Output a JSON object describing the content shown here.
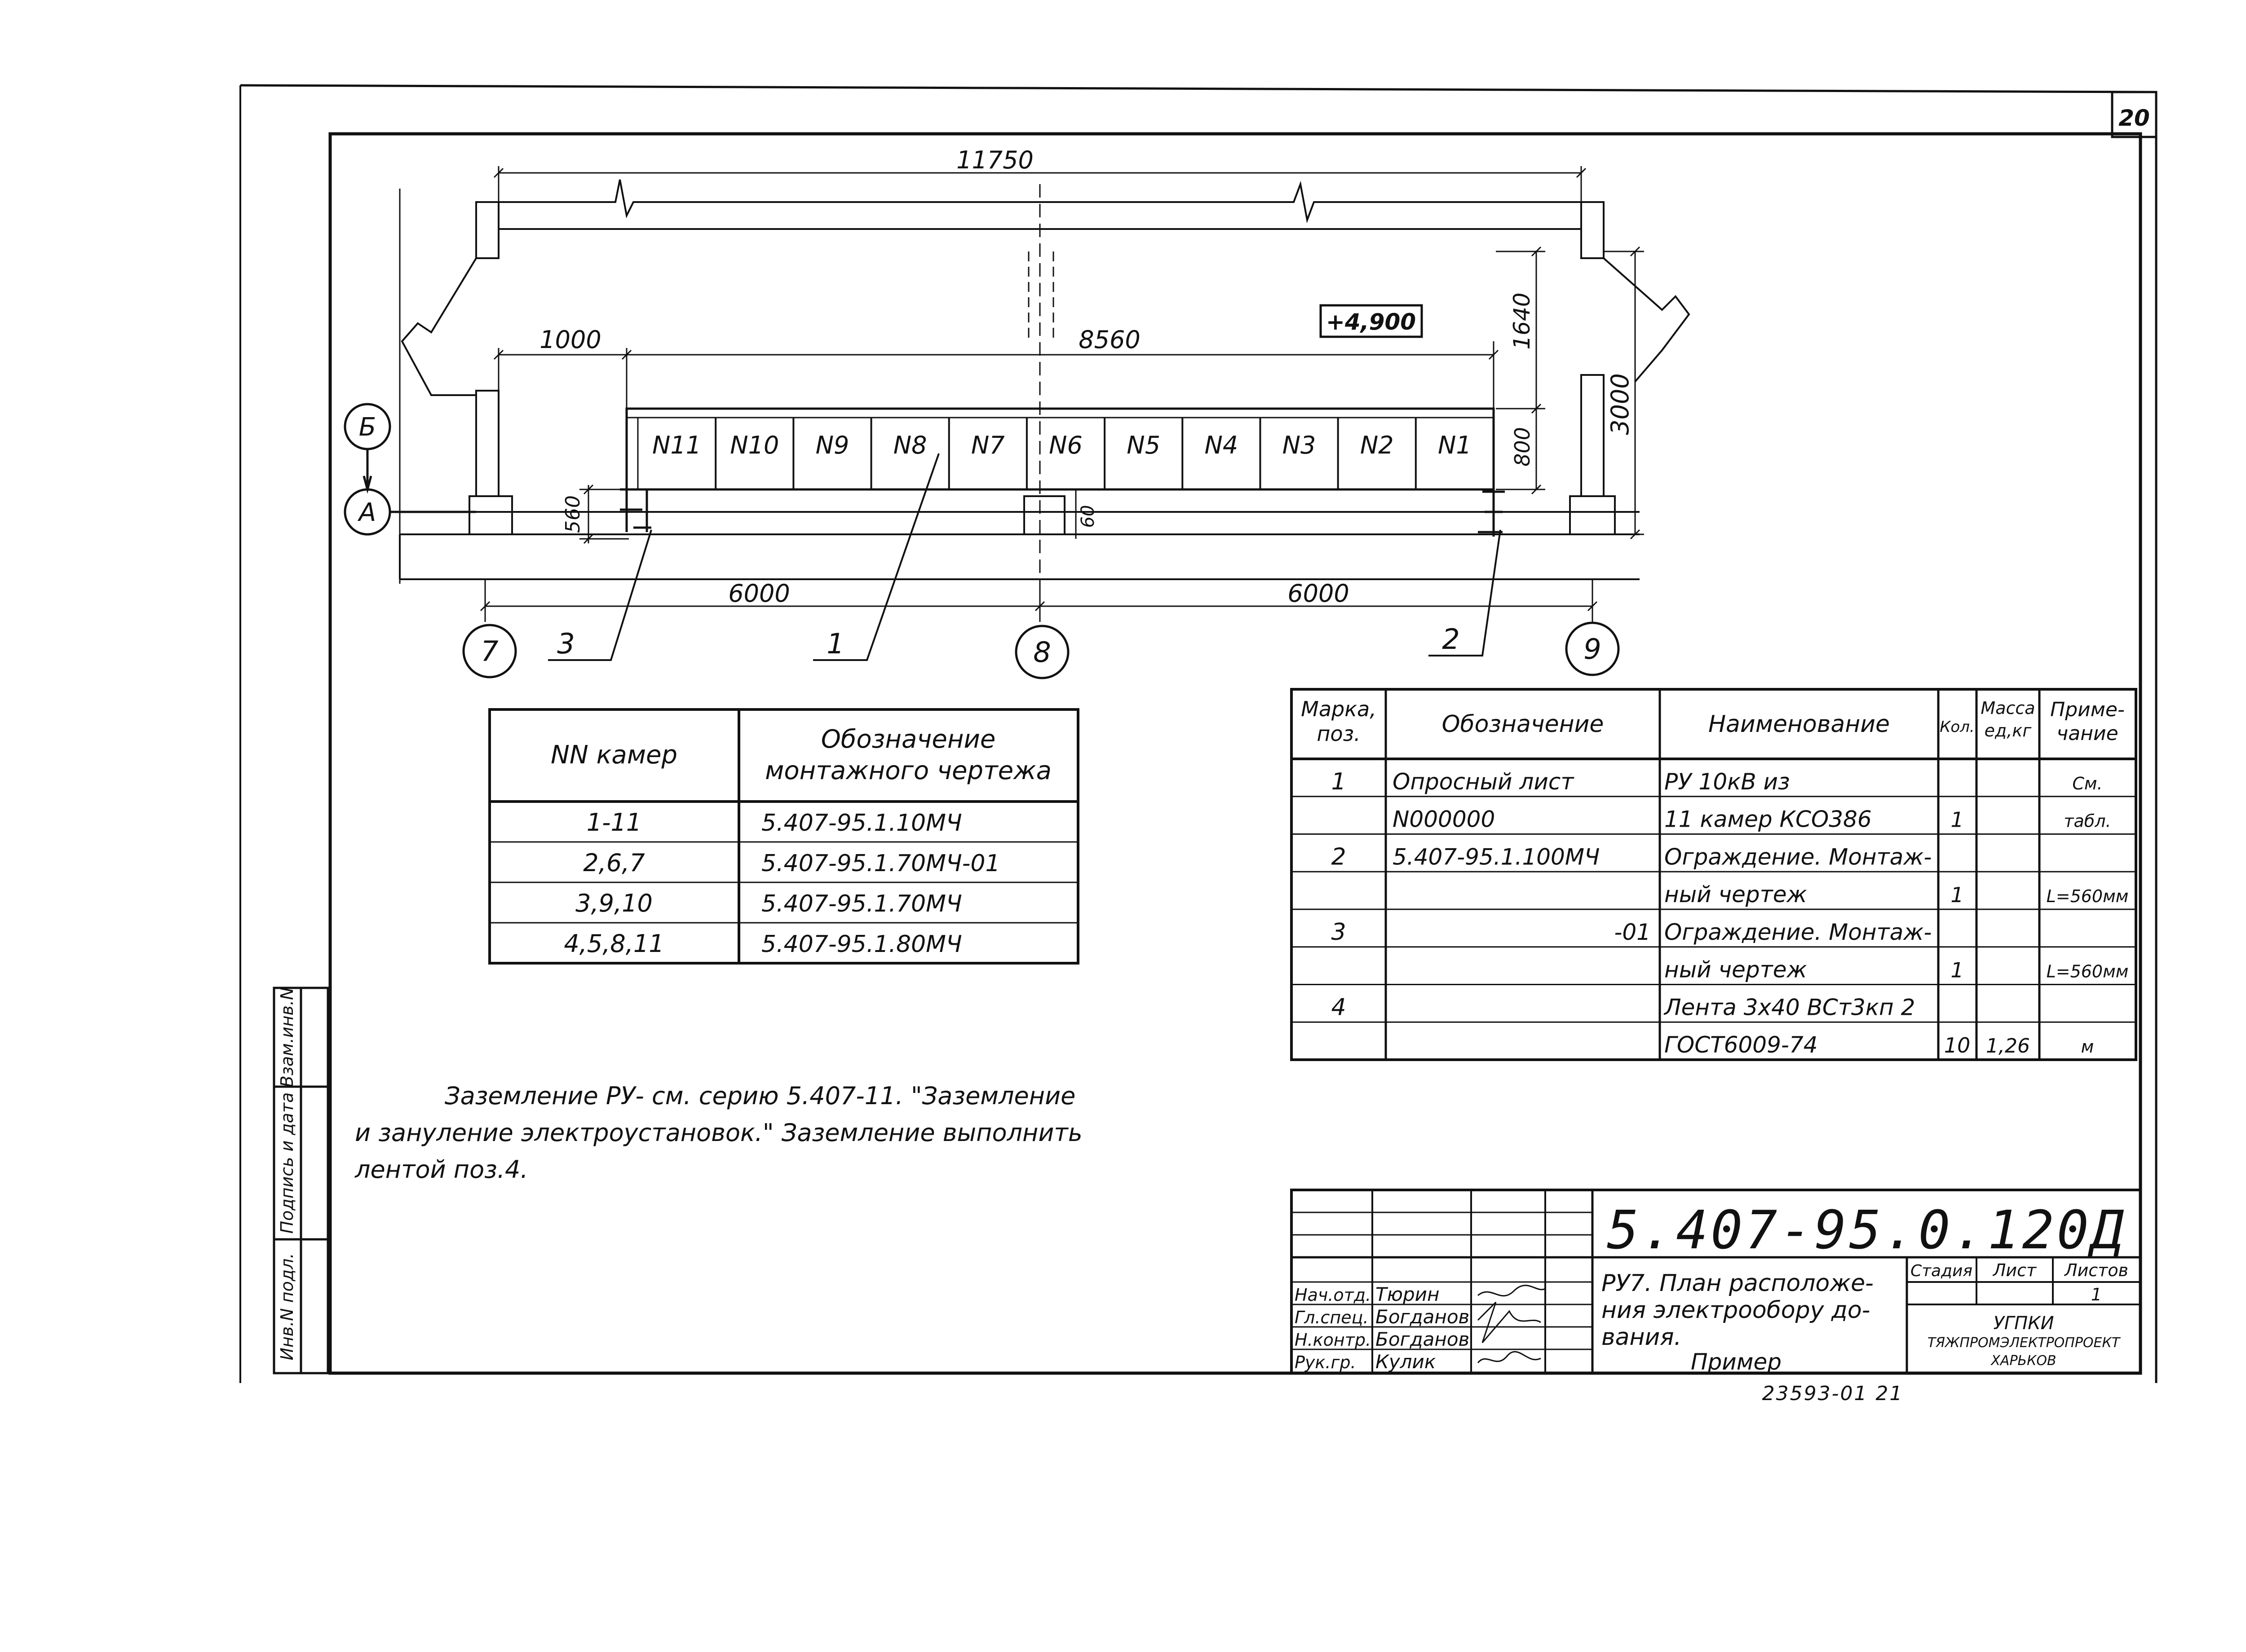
{
  "sheet_number": "20",
  "overall_dimension": "11750",
  "elevation_mark": "+4,900",
  "dimensions": {
    "left_offset": "1000",
    "block_length": "8560",
    "depth_1640": "1640",
    "depth_3000": "3000",
    "depth_800": "800",
    "depth_560": "560",
    "gap_60": "60",
    "span_left": "6000",
    "span_right": "6000"
  },
  "row_axes": [
    "Б",
    "А"
  ],
  "column_axes": [
    "7",
    "8",
    "9"
  ],
  "position_callouts": [
    "3",
    "1",
    "2"
  ],
  "chambers": [
    "N11",
    "N10",
    "N9",
    "N8",
    "N7",
    "N6",
    "N5",
    "N4",
    "N3",
    "N2",
    "N1"
  ],
  "chamber_table": {
    "headers": [
      "NN камер",
      "Обозначение монтажного чертежа"
    ],
    "header2_lines": [
      "Обозначение",
      "монтажного чертежа"
    ],
    "rows": [
      [
        "1-11",
        "5.407-95.1.10МЧ"
      ],
      [
        "2,6,7",
        "5.407-95.1.70МЧ-01"
      ],
      [
        "3,9,10",
        "5.407-95.1.70МЧ"
      ],
      [
        "4,5,8,11",
        "5.407-95.1.80МЧ"
      ]
    ]
  },
  "spec_table": {
    "headers": {
      "mark_l1": "Марка,",
      "mark_l2": "поз.",
      "designation": "Обозначение",
      "name": "Наименование",
      "qty": "Кол.",
      "mass_l1": "Масса",
      "mass_l2": "ед,кг",
      "note_l1": "Приме-",
      "note_l2": "чание"
    },
    "rows": [
      [
        "1",
        "Опросный лист",
        "РУ 10кВ из",
        "",
        "",
        "См."
      ],
      [
        "",
        "N000000",
        "11 камер КСО386",
        "1",
        "",
        "табл."
      ],
      [
        "2",
        "5.407-95.1.100МЧ",
        "Ограждение. Монтаж-",
        "",
        "",
        ""
      ],
      [
        "",
        "",
        "ный чертеж",
        "1",
        "",
        "L=560мм"
      ],
      [
        "3",
        "-01",
        "Ограждение. Монтаж-",
        "",
        "",
        ""
      ],
      [
        "",
        "",
        "ный чертеж",
        "1",
        "",
        "L=560мм"
      ],
      [
        "4",
        "",
        "Лента 3х40 ВСт3кп 2",
        "",
        "",
        ""
      ],
      [
        "",
        "",
        "ГОСТ6009-74",
        "10",
        "1,26",
        "м"
      ]
    ]
  },
  "note_lines": [
    "Заземление РУ- см. серию 5.407-11. \"Заземление",
    "и зануление электроустановок.\" Заземление выполнить",
    "лентой поз.4."
  ],
  "side_stamp": [
    "Инв.N подл.",
    "Подпись и дата",
    "Взам.инв.N"
  ],
  "title_block": {
    "code": "5.407-95.0.120Д",
    "title_lines": [
      "РУ7. План расположе-",
      "ния электрообору до-",
      "вания."
    ],
    "subtitle": "Пример",
    "stage_label": "Стадия",
    "sheet_label": "Лист",
    "sheets_label": "Листов",
    "sheets_value": "1",
    "org_lines": [
      "УГПКИ",
      "ТЯЖПРОМЭЛЕКТРОПРОЕКТ",
      "ХАРЬКОВ"
    ],
    "roles": [
      "Нач.отд.",
      "Гл.спец.",
      "Н.контр.",
      "Рук.гр."
    ],
    "names": [
      "Тюрин",
      "Богданов",
      "Богданов",
      "Кулик"
    ]
  },
  "archive_number": "23593-01 21"
}
